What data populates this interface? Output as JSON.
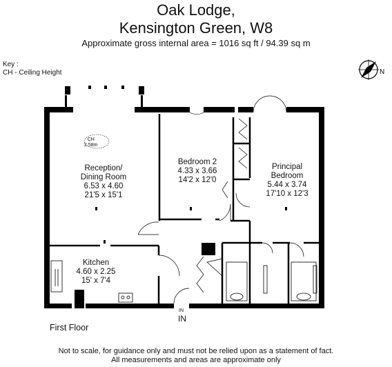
{
  "title": {
    "line1": "Oak Lodge,",
    "line2": "Kensington Green, W8",
    "area": "Approximate gross internal area = 1016 sq ft / 94.39 sq m"
  },
  "key": {
    "heading": "Key :",
    "entry": "CH - Ceiling Height"
  },
  "rooms": {
    "reception": {
      "name1": "Reception/",
      "name2": "Dining Room",
      "metric": "6.53 x 4.60",
      "imperial": "21'5 x 15'1"
    },
    "bedroom2": {
      "name": "Bedroom 2",
      "metric": "4.33 x 3.66",
      "imperial": "14'2 x 12'0"
    },
    "principal": {
      "name1": "Principal",
      "name2": "Bedroom",
      "metric": "5.44 x 3.74",
      "imperial": "17'10 x 12'3"
    },
    "kitchen": {
      "name": "Kitchen",
      "metric": "4.60 x 2.25",
      "imperial": "15' x 7'4"
    }
  },
  "ceiling": {
    "label": "CH",
    "value": "2.58m"
  },
  "entry": {
    "small": "IN",
    "large": "IN"
  },
  "floor_label": "First Floor",
  "disclaimer": {
    "line1": "Not to scale, for guidance only and must not be relied upon as a statement of fact.",
    "line2": "All measurements and areas are approximate only"
  },
  "compass": {
    "north": "N"
  }
}
